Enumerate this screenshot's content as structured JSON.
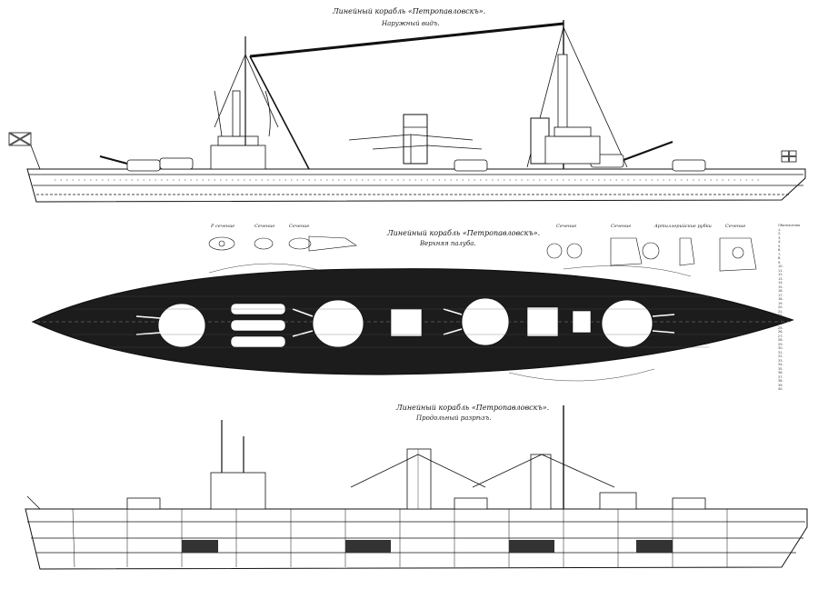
{
  "drawing": {
    "colors": {
      "ink": "#111111",
      "paper": "#ffffff",
      "deck": "#1c1c1c",
      "flag": "#555555"
    },
    "views": [
      {
        "id": "side-view",
        "title": "Линейный корабль «Петропавловскъ».",
        "subtitle": "Наружный видъ."
      },
      {
        "id": "plan-view",
        "title": "Линейный корабль «Петропавловскъ».",
        "subtitle": "Верхняя палуба."
      },
      {
        "id": "section-view",
        "title": "Линейный корабль «Петропавловскъ».",
        "subtitle": "Продольный разрѣзъ."
      }
    ],
    "detail_labels": [
      "Р сечение",
      "Сечение",
      "Сечение",
      "Сечение",
      "Сечение",
      "Артиллерийские рубки",
      "Сечение"
    ],
    "legend_title": "Обозначения",
    "legend_items": [
      "1.",
      "2.",
      "3.",
      "4.",
      "5.",
      "6.",
      "7.",
      "8.",
      "9.",
      "10.",
      "11.",
      "12.",
      "13.",
      "14.",
      "15.",
      "16.",
      "17.",
      "18.",
      "19.",
      "20.",
      "21.",
      "22.",
      "23.",
      "24.",
      "25.",
      "26.",
      "27.",
      "28.",
      "29.",
      "30.",
      "31.",
      "32.",
      "33.",
      "34.",
      "35.",
      "36.",
      "37.",
      "38.",
      "39.",
      "40."
    ]
  }
}
